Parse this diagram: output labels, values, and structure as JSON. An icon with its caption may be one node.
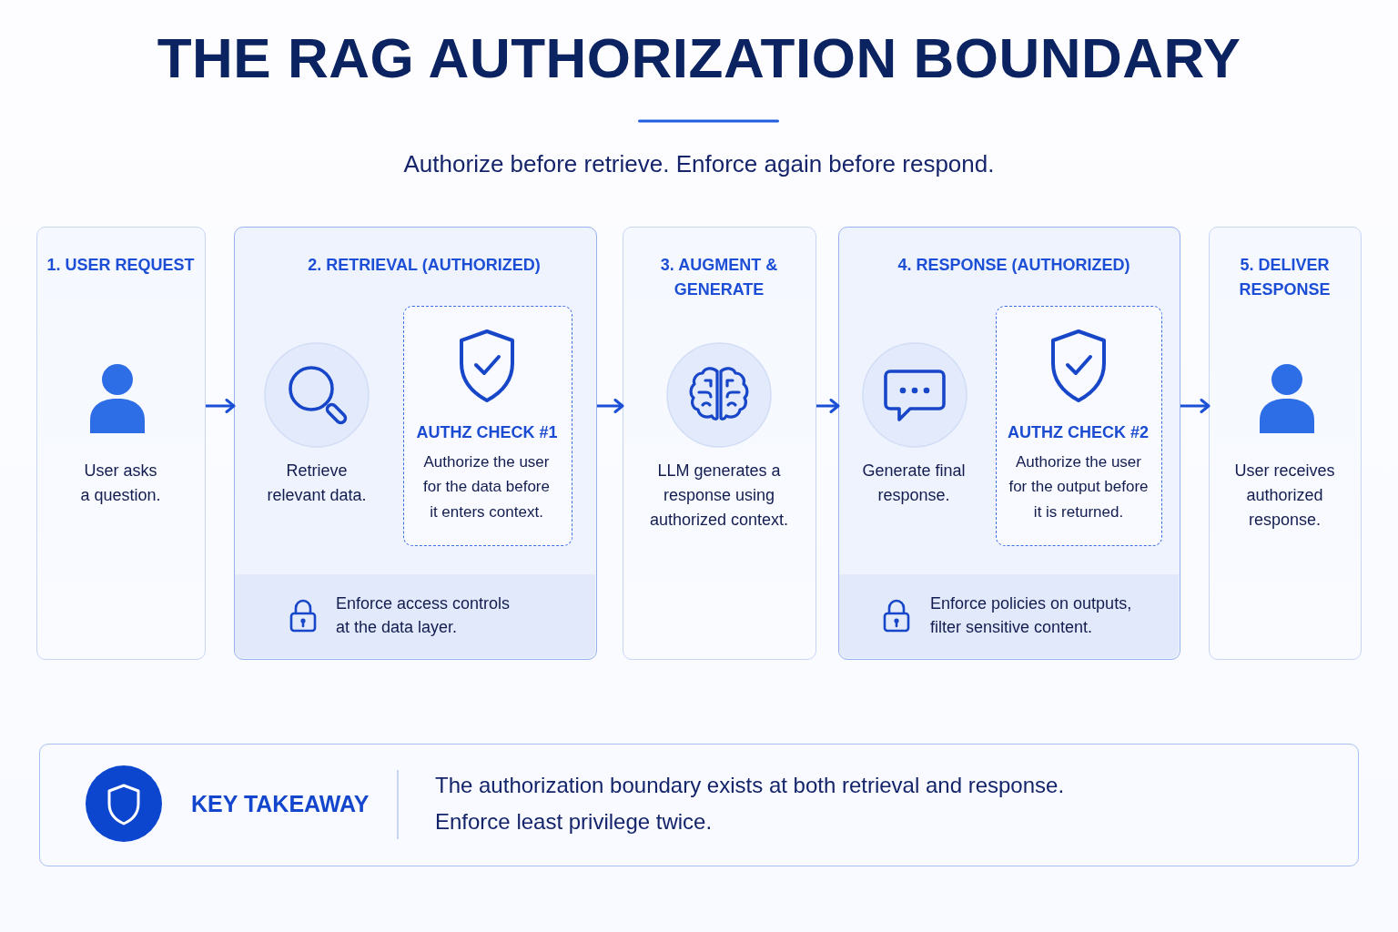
{
  "diagram": {
    "title": "THE RAG AUTHORIZATION BOUNDARY",
    "nodes": [
      {
        "text": [
          "1. USER REQUEST",
          "User asks a question."
        ]
      },
      {
        "text": [
          "2. RETRIEVAL (AUTHORIZED)",
          "Retrieve relevant data."
        ]
      },
      {
        "text": [
          "AUTHZ CHECK #1",
          "Authorize the user for the data before it enters context."
        ],
        "in": 1
      },
      {
        "text": [
          "Enforce access controls at the data layer."
        ],
        "in": 1
      },
      {
        "text": [
          "3. AUGMENT & GENERATE",
          "LLM generates a response using authorized context."
        ]
      },
      {
        "text": [
          "4. RESPONSE (AUTHORIZED)",
          "Generate final response."
        ]
      },
      {
        "text": [
          "AUTHZ CHECK #2",
          "Authorize the user for the output before it is returned."
        ],
        "in": 5
      },
      {
        "text": [
          "Enforce policies on outputs, filter sensitive content."
        ],
        "in": 5
      },
      {
        "text": [
          "5. DELIVER RESPONSE",
          "User receives authorized response."
        ]
      },
      {
        "text": [
          "KEY TAKEAWAY",
          "The authorization boundary exists at both retrieval and response. Enforce least privilege twice."
        ]
      }
    ],
    "edges": [
      {
        "from": 0,
        "to": 1,
        "arrow": "to"
      },
      {
        "from": 1,
        "to": 4,
        "arrow": "to"
      },
      {
        "from": 4,
        "to": 5,
        "arrow": "to"
      },
      {
        "from": 5,
        "to": 8,
        "arrow": "to"
      }
    ],
    "labels": [
      "Authorize before retrieve. Enforce again before respond."
    ]
  }
}
